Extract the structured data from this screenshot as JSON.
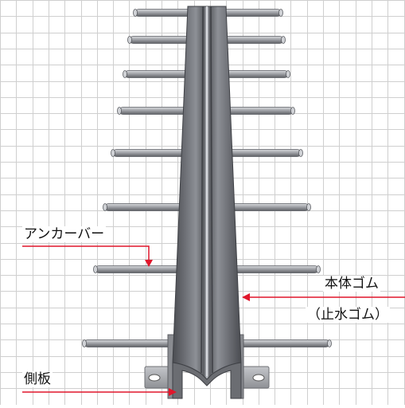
{
  "labels": {
    "anchor_bar": "アンカーバー",
    "main_rubber": "本体ゴム",
    "waterstop_rubber": "（止水ゴム）",
    "side_plate": "側板"
  },
  "colors": {
    "grid": "#cfcfcf",
    "leader": "#e0162b",
    "body_dark": "#55575c",
    "body_mid": "#7e8086",
    "body_light": "#b9bcc2",
    "bar": "#9a9ca1",
    "plate": "#a9abb0"
  },
  "icons": {
    "leader_arrow": "arrowhead"
  }
}
